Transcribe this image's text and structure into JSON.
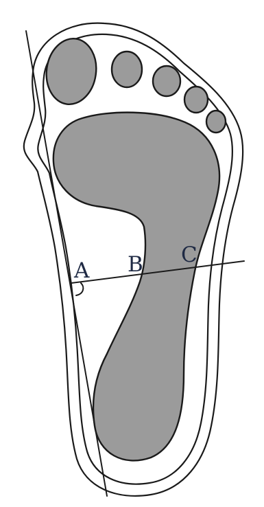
{
  "diagram": {
    "points": [
      {
        "id": "A",
        "label": "A"
      },
      {
        "id": "B",
        "label": "B"
      },
      {
        "id": "C",
        "label": "C"
      }
    ],
    "colors": {
      "ink": "#1a1a1a",
      "print_fill": "#9b9b9b",
      "label": "#1f2a44",
      "background": "#ffffff"
    }
  }
}
